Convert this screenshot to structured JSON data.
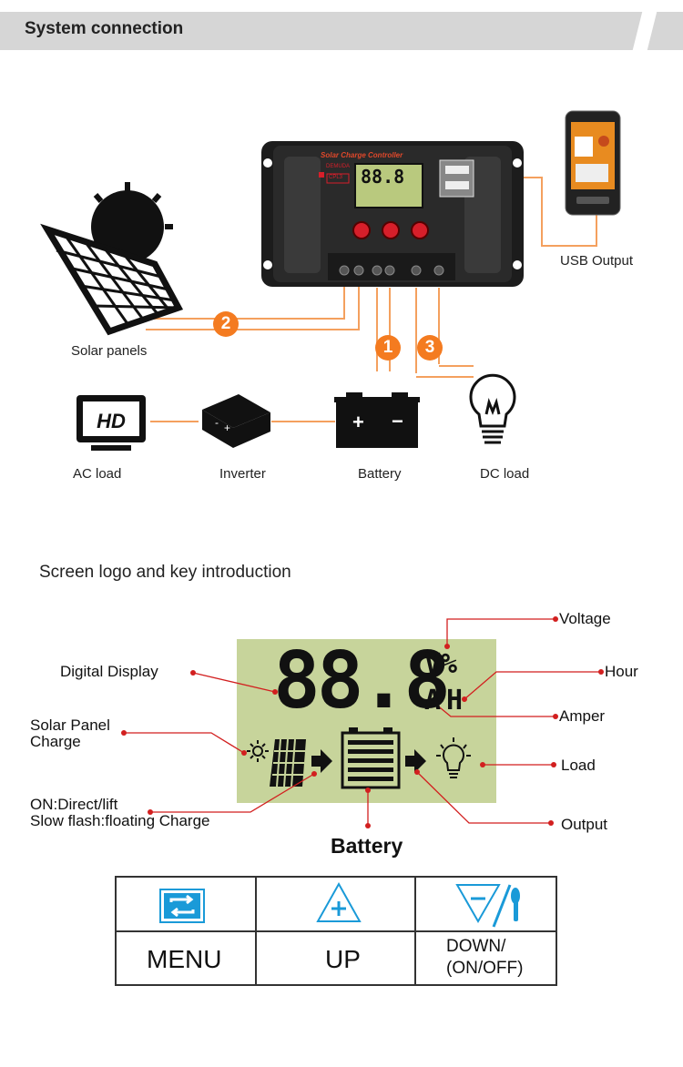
{
  "header": {
    "title": "System connection"
  },
  "system": {
    "controller_title": "Solar Charge Controller",
    "controller_brand": "DEMUDA",
    "controller_model": "CPL3",
    "controller_lcd_digits": "88.8",
    "labels": {
      "usb_output": "USB Output",
      "solar_panels": "Solar panels",
      "ac_load": "AC load",
      "inverter": "Inverter",
      "battery": "Battery",
      "dc_load": "DC load",
      "hd_text": "HD"
    },
    "steps": [
      "1",
      "2",
      "3"
    ]
  },
  "screen": {
    "title": "Screen logo and key introduction",
    "lcd_digits": "88.8",
    "lcd_units_top": "V%",
    "lcd_units_bottom": "AH",
    "labels": {
      "voltage": "Voltage",
      "digital_display": "Digital Display",
      "hour": "Hour",
      "amper": "Amper",
      "solar_panel_charge": "Solar Panel\nCharge",
      "load": "Load",
      "on_direct": "ON:Direct/lift",
      "slow_flash": "Slow flash:floating Charge",
      "output": "Output",
      "battery": "Battery"
    }
  },
  "keys": [
    {
      "label": "MENU",
      "icon": "cycle-icon"
    },
    {
      "label": "UP",
      "icon": "plus-triangle-icon"
    },
    {
      "label": "DOWN/\n(ON/OFF)",
      "icon": "down-triangle-key-icon"
    }
  ],
  "colors": {
    "accent_orange": "#f47b20",
    "lcd_green": "#c7d49b",
    "icon_blue": "#1a9ad8",
    "leader_red": "#d21f1f"
  }
}
